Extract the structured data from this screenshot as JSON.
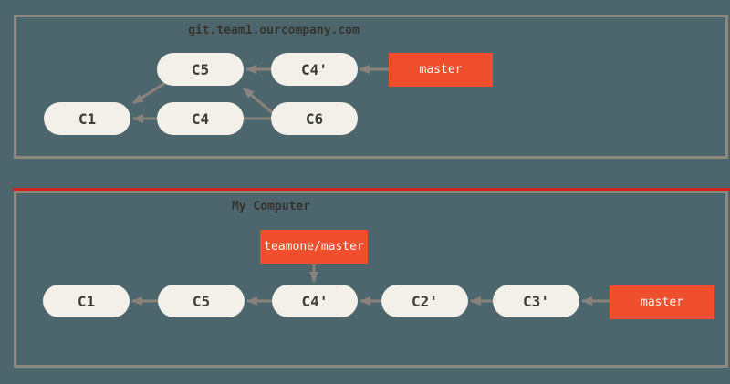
{
  "remote_panel": {
    "title": "git.team1.ourcompany.com",
    "commits": {
      "c1": "C1",
      "c4": "C4",
      "c5": "C5",
      "c4p": "C4'",
      "c6": "C6"
    },
    "branch_master": "master",
    "edges": [
      {
        "from": "C5",
        "to": "C1"
      },
      {
        "from": "C4",
        "to": "C1"
      },
      {
        "from": "C6",
        "to": "C4"
      },
      {
        "from": "C6",
        "to": "C5"
      },
      {
        "from": "C4'",
        "to": "C5"
      },
      {
        "from": "master",
        "to": "C4'"
      }
    ]
  },
  "local_panel": {
    "title": "My Computer",
    "commits": {
      "c1": "C1",
      "c5": "C5",
      "c4p": "C4'",
      "c2p": "C2'",
      "c3p": "C3'"
    },
    "branch_teamone": "teamone/master",
    "branch_master": "master",
    "edges": [
      {
        "from": "C5",
        "to": "C1"
      },
      {
        "from": "C4'",
        "to": "C5"
      },
      {
        "from": "C2'",
        "to": "C4'"
      },
      {
        "from": "C3'",
        "to": "C2'"
      },
      {
        "from": "master",
        "to": "C3'"
      },
      {
        "from": "teamone/master",
        "to": "C4'"
      }
    ]
  },
  "colors": {
    "background": "#4d656d",
    "panel_border": "#8f8880",
    "commit_fill": "#f2f0e9",
    "commit_text": "#3e3d38",
    "branch_fill": "#f04f2e",
    "branch_text": "#f7f4ee",
    "arrow": "#8a837b",
    "accent_line": "#cc2418",
    "title_text": "#35342e"
  }
}
